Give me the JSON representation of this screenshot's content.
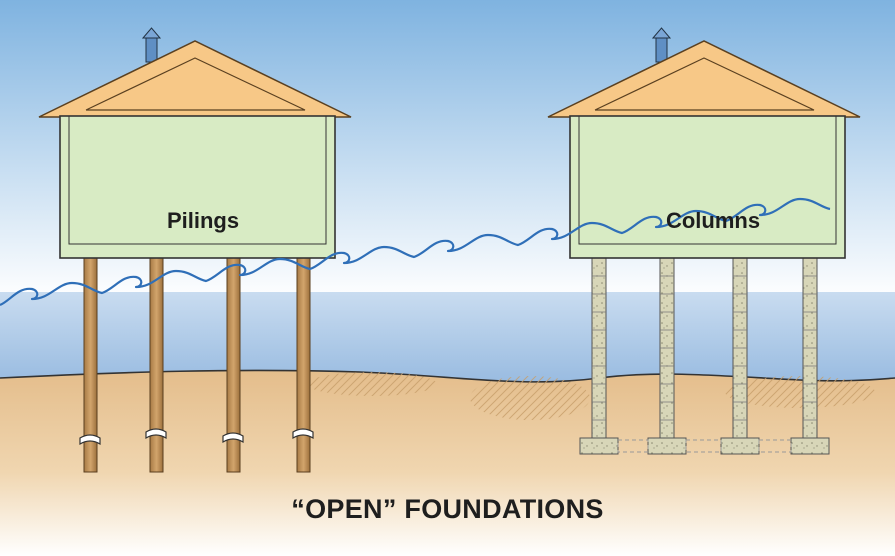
{
  "diagram": {
    "title": "“OPEN” FOUNDATIONS",
    "houses": [
      {
        "label": "Pilings",
        "foundation": "pilings"
      },
      {
        "label": "Columns",
        "foundation": "columns"
      }
    ]
  },
  "colors": {
    "sky_top": "#7fb3e0",
    "sky_bottom": "#ffffff",
    "water": "#9bbfe3",
    "wave": "#2f6fb8",
    "sand": "#e9c797",
    "roof": "#f7c887",
    "wall": "#d8ebc4",
    "piling": "#b98a52",
    "column": "#d2d0b0",
    "chimney": "#5f8fc4"
  }
}
